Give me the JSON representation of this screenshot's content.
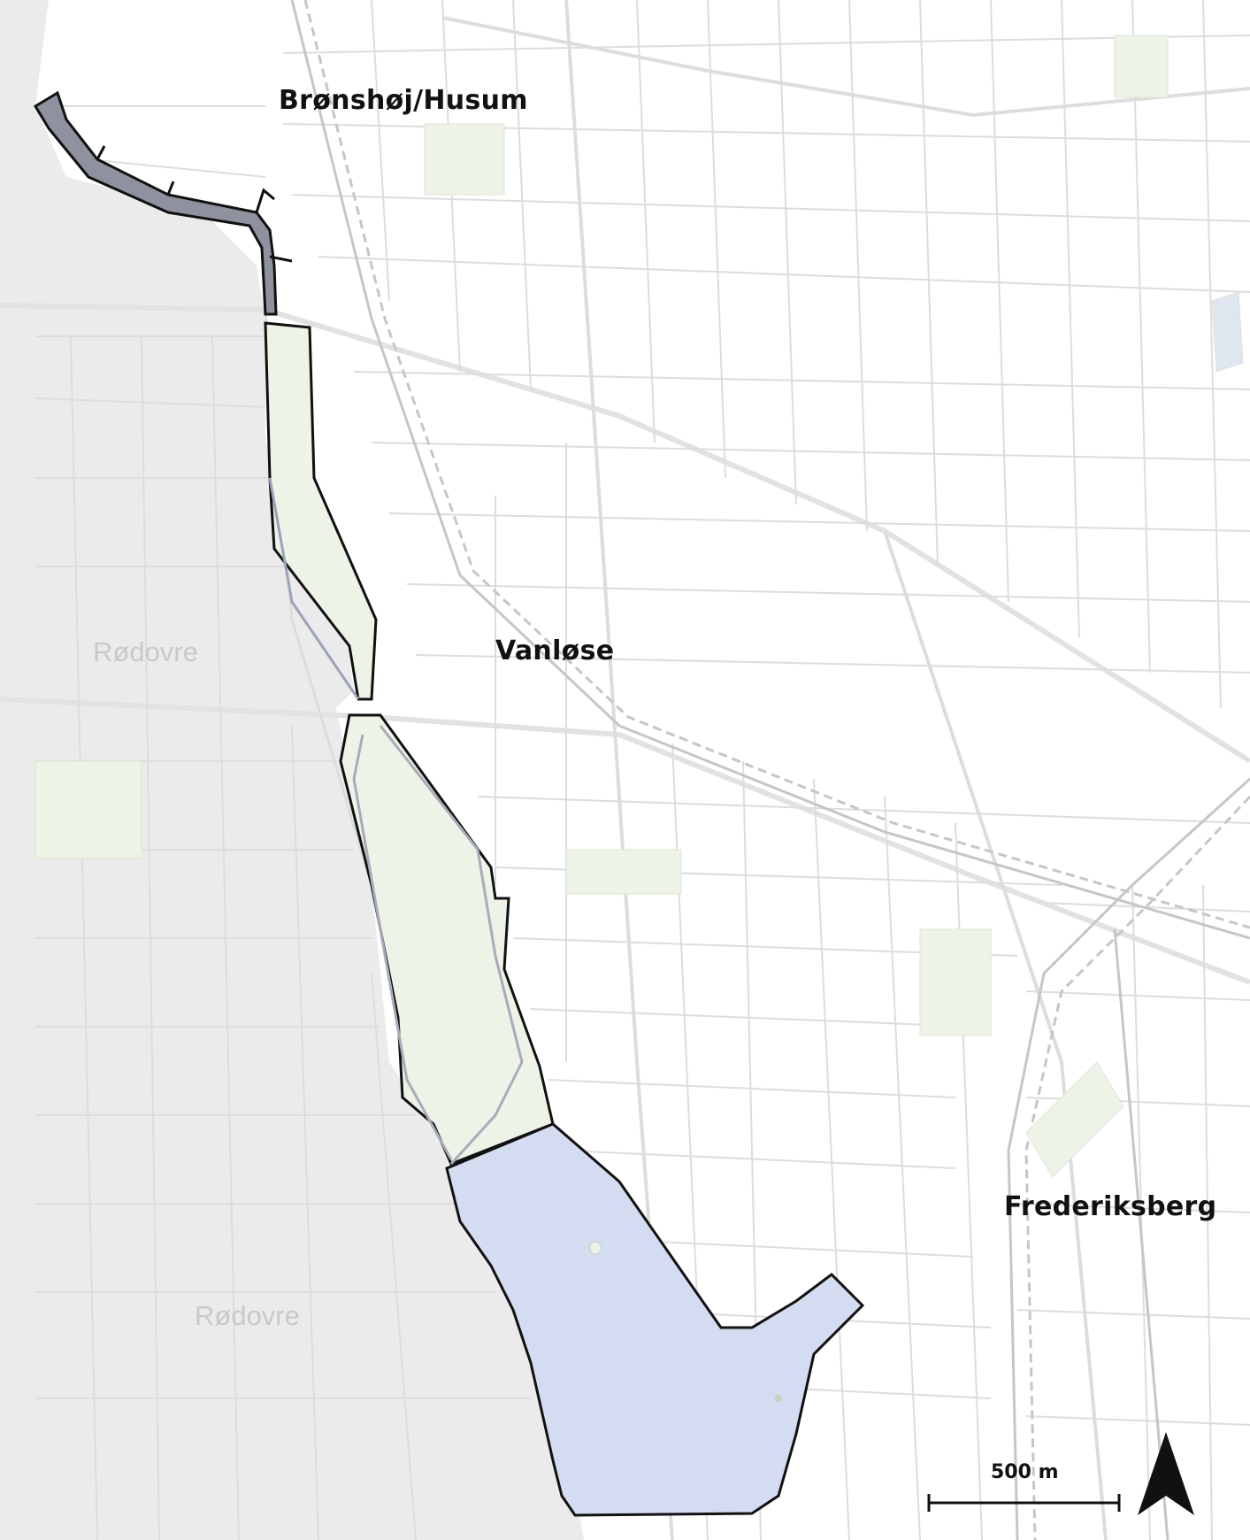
{
  "map": {
    "district_labels": {
      "bronshoj_husum": "Brønshøj/Husum",
      "vanlose": "Vanløse",
      "frederiksberg": "Frederiksberg"
    },
    "faded_labels": {
      "rodovre_upper": "Rødovre",
      "rodovre_lower": "Rødovre"
    },
    "scale_bar": {
      "label": "500 m"
    },
    "north_arrow": {
      "icon": "north-arrow-icon"
    },
    "colors": {
      "background": "#ffffff",
      "rodovre_area": "#ebebeb",
      "street": "#d9d9d9",
      "park_fill": "#eef3e8",
      "lake_fill": "#d3dcf0",
      "stream_fill": "#8e929e",
      "outline": "#111111",
      "railway": "#c8c8c8"
    }
  }
}
